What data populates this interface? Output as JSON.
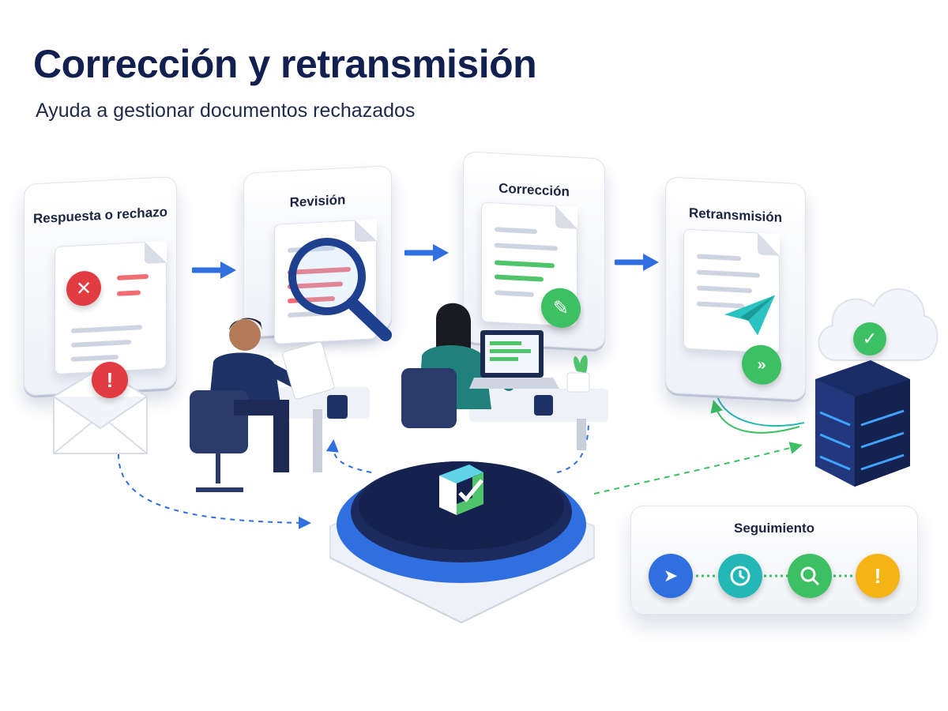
{
  "header": {
    "title": "Corrección y retransmisión",
    "subtitle": "Ayuda a gestionar documentos rechazados"
  },
  "steps": [
    {
      "label": "Respuesta o rechazo",
      "icon": "close-icon"
    },
    {
      "label": "Revisión",
      "icon": "magnifier-icon"
    },
    {
      "label": "Corrección",
      "icon": "pencil-icon"
    },
    {
      "label": "Retransmisión",
      "icon": "paper-plane-icon"
    }
  ],
  "tracking": {
    "label": "Seguimiento",
    "icons": [
      "paper-plane-icon",
      "clock-icon",
      "search-icon",
      "warning-icon"
    ]
  },
  "colors": {
    "navy": "#12204f",
    "blue": "#2f6fe0",
    "green": "#3cc063",
    "red": "#e23b42",
    "teal": "#23b7b5",
    "yellow": "#f5b416"
  }
}
